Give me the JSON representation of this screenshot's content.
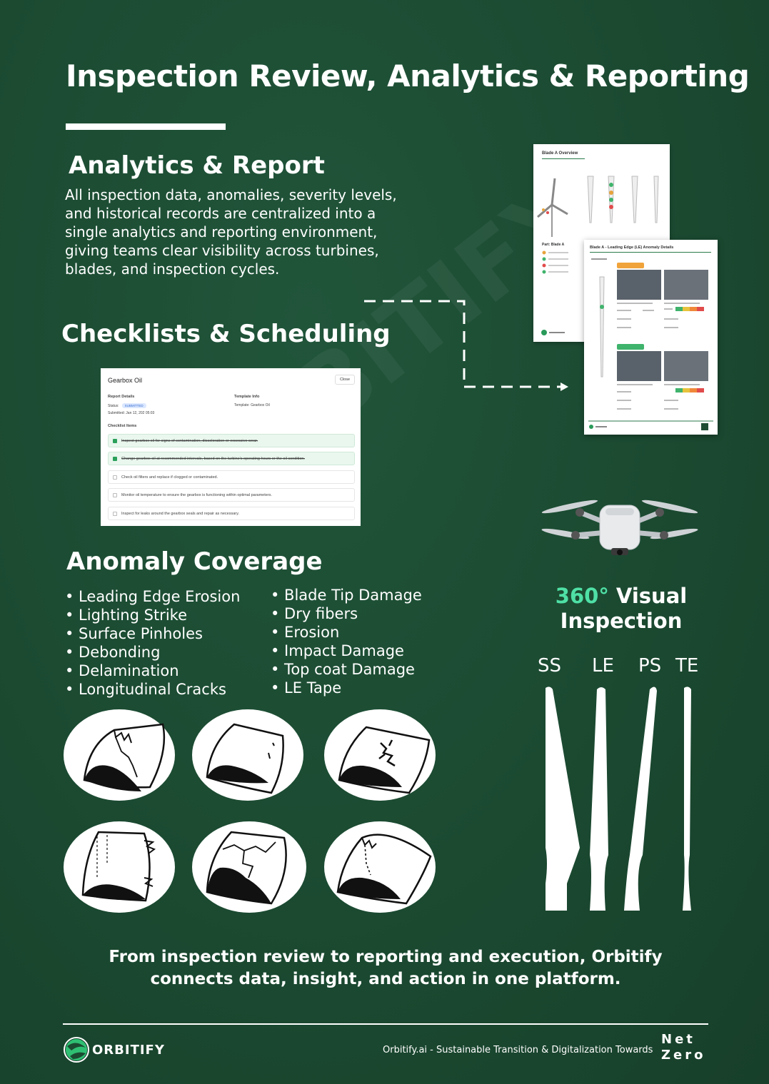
{
  "title": "Inspection Review, Analytics & Reporting",
  "analytics": {
    "heading": "Analytics & Report",
    "lines": [
      "All inspection data, anomalies, severity levels,",
      "and historical records are centralized into a",
      "single analytics and reporting environment,",
      "giving teams clear visibility across turbines,",
      "blades, and inspection cycles."
    ]
  },
  "checklists": {
    "heading": "Checklists & Scheduling",
    "card": {
      "title": "Gearbox Oil",
      "close_label": "Close",
      "report_details_label": "Report Details",
      "status_label": "Status:",
      "status_value": "SUBMITTED",
      "submitted_label": "Submitted:",
      "submitted_value": "Jan 12, 202   05:03",
      "template_info_label": "Template Info",
      "template_label": "Template:",
      "template_value": "Gearbox Oil",
      "items_label": "Checklist Items",
      "items": [
        "Inspect gearbox oil for signs of contamination, discoloration or excessive wear.",
        "Change gearbox oil at recommended intervals, based on the turbine's operating hours or the oil condition.",
        "Check oil filters and replace if clogged or contaminated.",
        "Monitor oil temperature to ensure the gearbox is functioning within optimal parameters.",
        "Inspect for leaks around the gearbox seals and repair as necessary."
      ]
    }
  },
  "reports": {
    "doc1_title": "Blade A Overview",
    "doc1_part": "Part: Blade A",
    "doc2_title": "Blade A - Leading Edge (LE) Anomaly Details"
  },
  "anomaly": {
    "heading": "Anomaly Coverage",
    "col1": [
      "• Leading Edge Erosion",
      "• Lighting Strike",
      "• Surface Pinholes",
      "• Debonding",
      "• Delamination",
      "• Longitudinal Cracks"
    ],
    "col2": [
      "• Blade Tip Damage",
      "• Dry fibers",
      "• Erosion",
      "• Impact Damage",
      "• Top coat Damage",
      "• LE Tape"
    ]
  },
  "inspection": {
    "accent": "360°",
    "line1_rest": " Visual",
    "line2": "Inspection",
    "blades": [
      "SS",
      "LE",
      "PS",
      "TE"
    ]
  },
  "closing": [
    "From inspection review to reporting and execution, Orbitify",
    "connects data, insight, and action in one platform."
  ],
  "footer": {
    "brand": "ORBITIFY",
    "tagline": "Orbitify.ai - Sustainable Transition & Digitalization Towards",
    "net": "Net",
    "zero": "Zero"
  },
  "watermark": "ORBITIFY",
  "colors": {
    "background": "#1b4a31",
    "accent": "#4fe0a6",
    "text": "#ffffff"
  }
}
